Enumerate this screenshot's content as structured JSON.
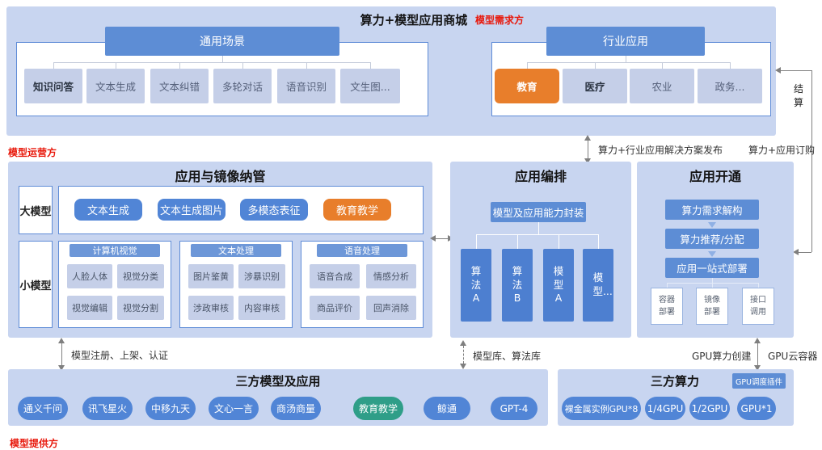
{
  "colors": {
    "panel_bg": "#c8d5f0",
    "header_blue": "#5d8dd5",
    "sub_header_blue": "#6d97d8",
    "pill_blue": "#5185d6",
    "node_blue": "#4d7fd0",
    "light_box": "#c5cfe8",
    "orange": "#e87e2b",
    "green": "#2f9e88",
    "red_label": "#e8180b",
    "arrow_gray": "#7f7f7f",
    "white_panel_border": "#5f8cd7"
  },
  "roles": {
    "demand": "模型需求方",
    "operator": "模型运营方",
    "provider": "模型提供方"
  },
  "top_section": {
    "title": "算力+模型应用商城",
    "general": {
      "header": "通用场景",
      "items": [
        "知识问答",
        "文本生成",
        "文本纠错",
        "多轮对话",
        "语音识别",
        "文生图..."
      ]
    },
    "industry": {
      "header": "行业应用",
      "items": [
        "教育",
        "医疗",
        "农业",
        "政务..."
      ]
    }
  },
  "connectors": {
    "settlement": "结算",
    "solution_publish": "算力+行业应用解决方案发布",
    "app_order": "算力+应用订购",
    "model_register": "模型注册、上架、认证",
    "model_library": "模型库、算法库",
    "gpu_create": "GPU算力创建",
    "gpu_container": "GPU云容器"
  },
  "governance": {
    "title": "应用与镜像纳管",
    "large_model": {
      "label": "大模型",
      "items": [
        "文本生成",
        "文本生成图片",
        "多模态表征",
        "教育教学"
      ]
    },
    "small_model": {
      "label": "小模型",
      "groups": [
        {
          "header": "计算机视觉",
          "items": [
            "人脸人体",
            "视觉分类",
            "视觉编辑",
            "视觉分割"
          ]
        },
        {
          "header": "文本处理",
          "items": [
            "图片鉴黄",
            "涉暴识别",
            "涉政审核",
            "内容审核"
          ]
        },
        {
          "header": "语音处理",
          "items": [
            "语音合成",
            "情感分析",
            "商品评价",
            "回声消除"
          ]
        }
      ]
    }
  },
  "orchestration": {
    "title": "应用编排",
    "capsule": "模型及应用能力封装",
    "nodes": [
      "算法A",
      "算法B",
      "模型A",
      "模型..."
    ]
  },
  "provisioning": {
    "title": "应用开通",
    "steps": [
      "算力需求解构",
      "算力推荐/分配",
      "应用一站式部署"
    ],
    "deploy_modes": [
      "容器部署",
      "镜像部署",
      "接口调用"
    ]
  },
  "third_party_models": {
    "title": "三方模型及应用",
    "items": [
      "通义千问",
      "讯飞星火",
      "中移九天",
      "文心一言",
      "商汤商量",
      "教育教学",
      "鲸通",
      "GPT-4"
    ]
  },
  "third_party_compute": {
    "title": "三方算力",
    "plugin": "GPU调度插件",
    "items": [
      "裸金属实例GPU*8",
      "1/4GPU",
      "1/2GPU",
      "GPU*1"
    ]
  }
}
